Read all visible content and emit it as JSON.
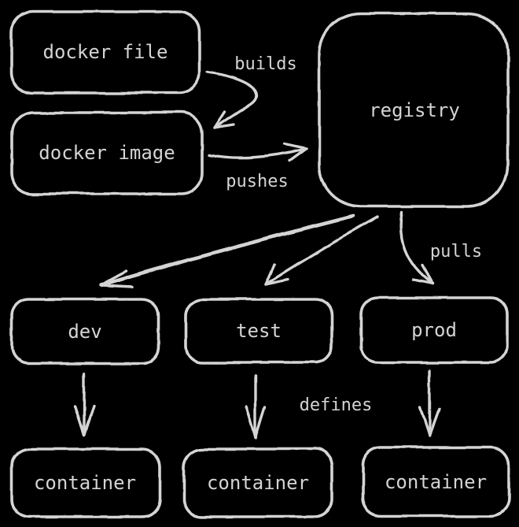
{
  "diagram": {
    "nodes": {
      "docker_file": "docker file",
      "docker_image": "docker image",
      "registry": "registry",
      "dev": "dev",
      "test": "test",
      "prod": "prod",
      "container_dev": "container",
      "container_test": "container",
      "container_prod": "container"
    },
    "edge_labels": {
      "builds": "builds",
      "pushes": "pushes",
      "pulls": "pulls",
      "defines": "defines"
    },
    "colors": {
      "background": "#000000",
      "stroke": "#d4d4d4"
    }
  }
}
